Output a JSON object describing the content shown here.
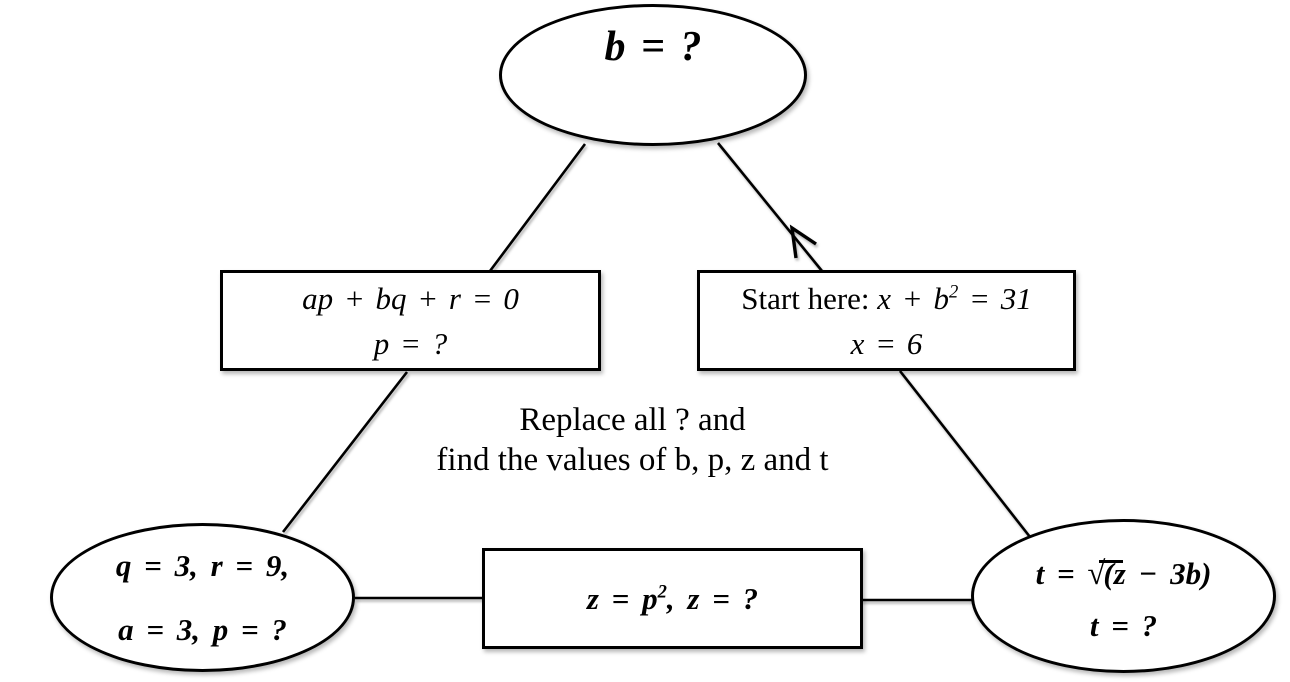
{
  "instruction": {
    "line1": "Replace all ? and",
    "line2": "find the values of b, p, z and t"
  },
  "nodes": {
    "top_ellipse": {
      "label": "b = ?"
    },
    "left_rect": {
      "line1": "ap + bq + r = 0",
      "line2": "p = ?"
    },
    "right_rect": {
      "prefix": "Start here: ",
      "expr_base": "x + b",
      "expr_sup": "2",
      "expr_tail": " = 31",
      "line2": "x = 6"
    },
    "bottom_left_ellipse": {
      "line1": "q = 3, r = 9,",
      "line2": "a = 3, p = ?"
    },
    "center_rect": {
      "expr_base": "z =  p",
      "expr_sup": "2",
      "expr_tail": ",  z = ?"
    },
    "bottom_right_ellipse": {
      "pre_radical": "t =  ",
      "radical_sign": "√",
      "under_bar": "(z",
      "tail": " − 3b)",
      "line2": "t = ?"
    }
  },
  "colors": {
    "stroke": "#000000",
    "background": "#ffffff"
  }
}
